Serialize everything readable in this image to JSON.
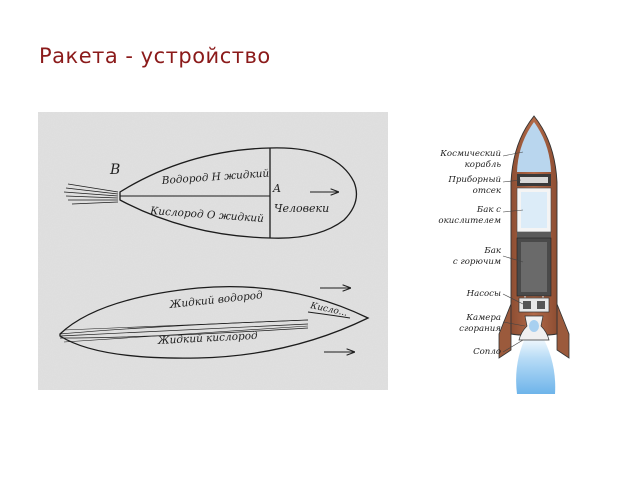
{
  "slide": {
    "title": "Ракета - устройство",
    "title_color": "#8b1a1a"
  },
  "sketch": {
    "top": {
      "point_b": "B",
      "point_a": "A",
      "hydrogen": "Водород Н жидкий",
      "oxygen": "Кислород О жидкий",
      "people": "Человеки"
    },
    "bottom": {
      "liquid_hydrogen": "Жидкий водород",
      "liquid_oxygen": "Жидкий кислород",
      "nose": "Кисло..."
    }
  },
  "rocket": {
    "labels": {
      "spacecraft_1": "Космический",
      "spacecraft_2": "корабль",
      "instrument_1": "Приборный",
      "instrument_2": "отсек",
      "oxidizer_1": "Бак с",
      "oxidizer_2": "окислителем",
      "fuel_1": "Бак",
      "fuel_2": "с горючим",
      "pumps": "Насосы",
      "chamber_1": "Камера",
      "chamber_2": "сгорания",
      "nozzle": "Сопло"
    },
    "colors": {
      "body": "#a05a3c",
      "nose": "#b8d4ec",
      "exhaust": "#a8d0f0"
    }
  }
}
